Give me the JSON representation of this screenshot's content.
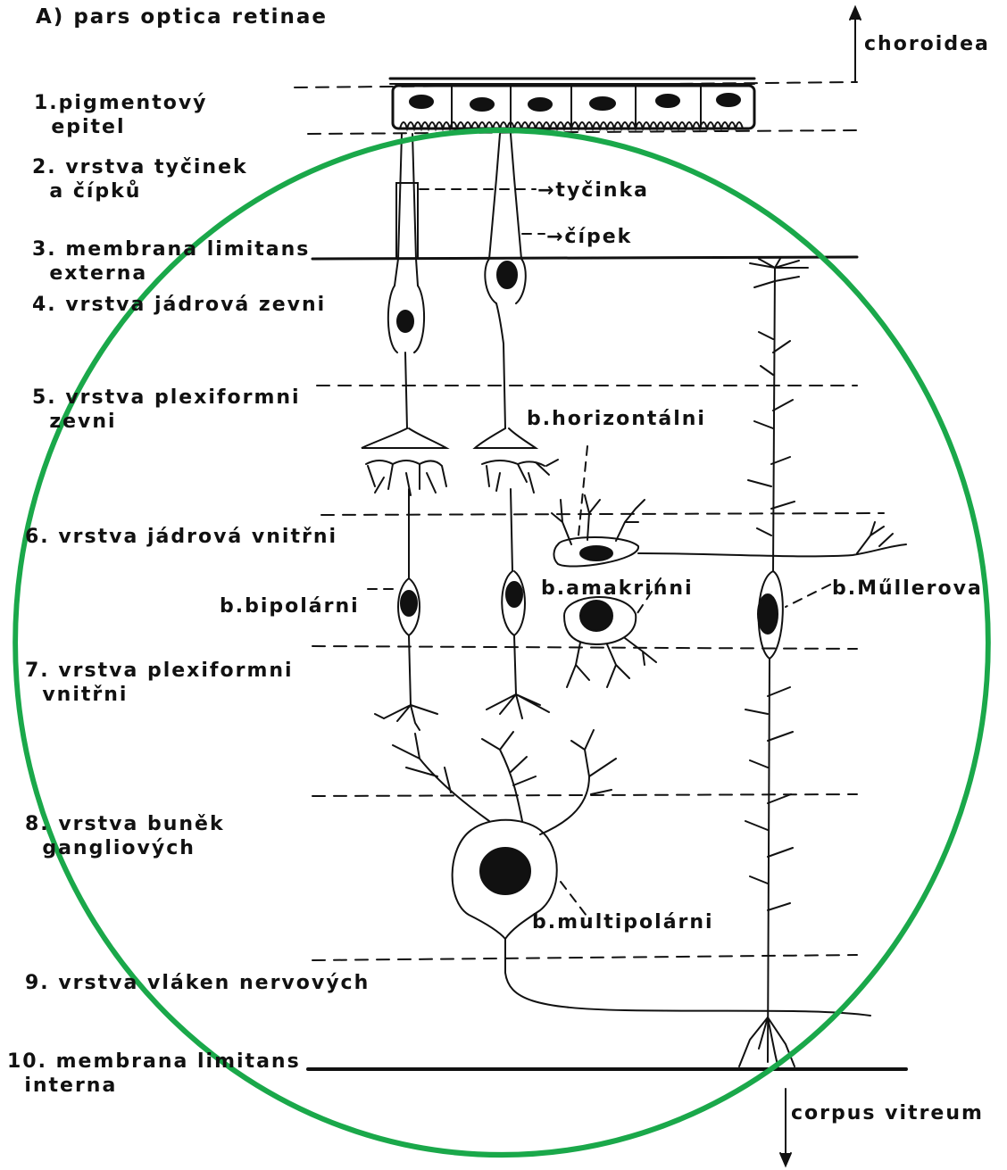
{
  "title": "A) pars optica retinae",
  "directions": {
    "top": "choroidea",
    "bottom": "corpus vitreum"
  },
  "layers": [
    {
      "id": "l1",
      "text": "1.pigmentový\n  epitel"
    },
    {
      "id": "l2",
      "text": "2. vrstva tyčinek\n  a čípků"
    },
    {
      "id": "l3",
      "text": "3. membrana limitans\n  externa"
    },
    {
      "id": "l4",
      "text": "4. vrstva jádrová zevni"
    },
    {
      "id": "l5",
      "text": "5. vrstva plexiformni\n  zevni"
    },
    {
      "id": "l6",
      "text": "6. vrstva jádrová vnitřni"
    },
    {
      "id": "l7",
      "text": "7. vrstva plexiformni\n  vnitřni"
    },
    {
      "id": "l8",
      "text": "8. vrstva buněk\n  gangliových"
    },
    {
      "id": "l9",
      "text": "9. vrstva vláken nervových"
    },
    {
      "id": "l10",
      "text": "10. membrana limitans\n  interna"
    }
  ],
  "cell_labels": {
    "rod": "→tyčinka",
    "cone": "→čípek",
    "horizontal": "b.horizontálni",
    "amacrine": "b.amakrinni",
    "bipolar": "b.bipolárni",
    "muller": "b.Műllerova",
    "multipolar": "b.multipolárni"
  },
  "colors": {
    "ink": "#111111",
    "highlight_circle": "#1aa84a"
  }
}
